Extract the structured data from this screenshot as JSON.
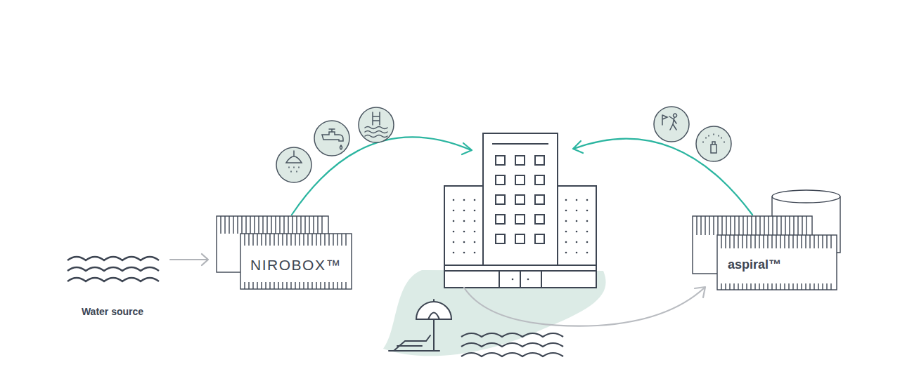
{
  "diagram": {
    "nodes": [
      {
        "text": [
          "Water source"
        ]
      },
      {
        "text": [
          "NIROBOX™"
        ]
      },
      {
        "text": [
          "aspiral™"
        ]
      }
    ],
    "edges": [
      {
        "from": 0,
        "to": 1,
        "arrow": "to"
      }
    ]
  }
}
